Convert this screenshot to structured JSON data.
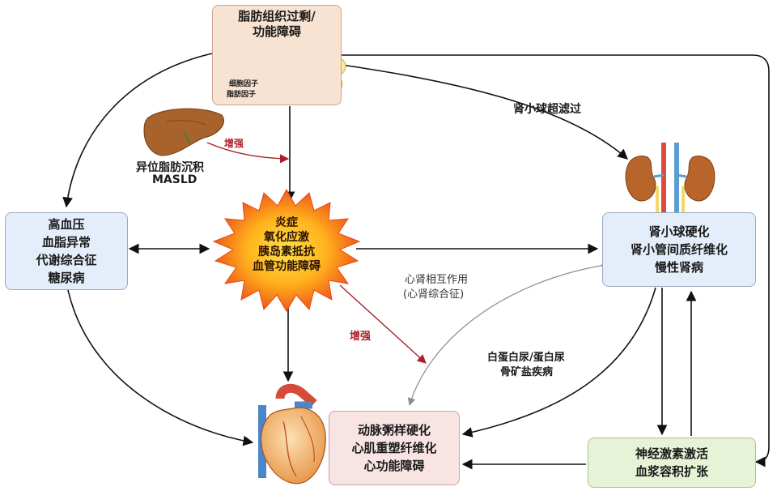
{
  "fat_box": {
    "line1": "脂肪组织过剩/",
    "line2": "功能障碍",
    "factor1": "细胞因子",
    "factor2": "脂肪因子"
  },
  "liver": {
    "label1": "异位脂肪沉积",
    "label2": "MASLD",
    "arrow_label": "增强"
  },
  "metabolic_box": {
    "lines": [
      "高血压",
      "血脂异常",
      "代谢综合征",
      "糖尿病"
    ]
  },
  "central": {
    "lines": [
      "炎症",
      "氧化应激",
      "胰岛素抵抗",
      "血管功能障碍"
    ]
  },
  "glomerular_label": "肾小球超滤过",
  "kidney_box": {
    "lines": [
      "肾小球硬化",
      "肾小管间质纤维化",
      "慢性肾病"
    ]
  },
  "cardiorenal_label": {
    "line1": "心肾相互作用",
    "line2": "(心肾综合征)"
  },
  "enhance_label": "增强",
  "proteinuria_label": {
    "line1": "白蛋白尿/蛋白尿",
    "line2": "骨矿盐疾病"
  },
  "heart_box": {
    "lines": [
      "动脉粥样硬化",
      "心肌重塑纤维化",
      "心功能障碍"
    ]
  },
  "neuro_box": {
    "lines": [
      "神经激素激活",
      "血浆容积扩张"
    ]
  },
  "colors": {
    "arrow": "#111111",
    "enhance_arrow": "#a8202a",
    "cardiorenal_arrow": "#8c8c8c",
    "burst_outer": "#f05a1a",
    "burst_inner": "#ffd21e"
  },
  "icons": [
    "fat-cells-icon",
    "liver-icon",
    "kidney-icon",
    "heart-icon"
  ]
}
